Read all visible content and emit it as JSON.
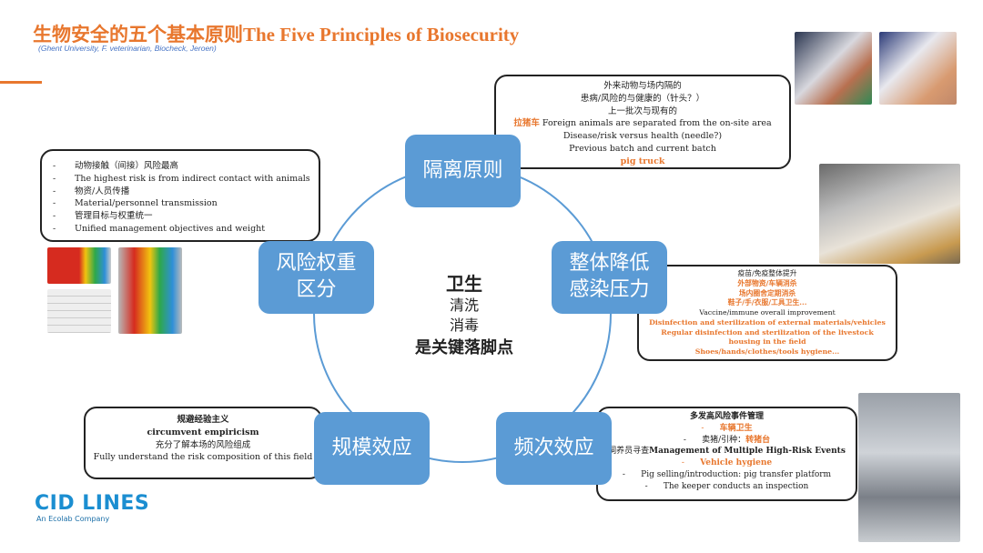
{
  "header": {
    "title": "生物安全的五个基本原则The Five Principles of Biosecurity",
    "subtitle": "(Ghent University, F. veterinarian, Biocheck, Jeroen)"
  },
  "colors": {
    "accent": "#e8772e",
    "node": "#5b9bd5",
    "logo": "#1b8ed1"
  },
  "nodes": {
    "top": "隔离原则",
    "right": "整体降低\n感染压力",
    "left": "风险权重\n区分",
    "bottom_left": "规模效应",
    "bottom_right": "频次效应"
  },
  "center": {
    "line1": "卫生",
    "line2": "清洗",
    "line3": "消毒",
    "line4": "是关键落脚点"
  },
  "box_top": {
    "l1": "外来动物与场内隔的",
    "l2": "患病/风险的与健康的（针头？）",
    "l3": "上一批次与现有的",
    "l4_orange": "拉猪车",
    "l4": " Foreign animals are separated from the on-site area",
    "l5": "Disease/risk versus health (needle?)",
    "l6": "Previous batch and current batch",
    "l7": "pig truck"
  },
  "box_left": {
    "items": [
      "动物接触（间接）风险最高",
      "The highest risk is from indirect contact with animals",
      "物资/人员传播",
      "Material/personnel transmission",
      "管理目标与权重统一",
      "Unified management objectives and weight"
    ],
    "bullet": "-"
  },
  "box_right": {
    "l1": "疫苗/免疫整体提升",
    "l2": "外部物资/车辆消杀",
    "l3": "场内圈舍定期消杀",
    "l4": "鞋子/手/衣服/工具卫生...",
    "l5": "Vaccine/immune overall improvement",
    "l6": "Disinfection and sterilization of external materials/vehicles",
    "l7": "Regular disinfection and sterilization of the livestock housing in the field",
    "l8": "Shoes/hands/clothes/tools hygiene..."
  },
  "box_bottom_left": {
    "l1": "规避经验主义",
    "l2": "circumvent empiricism",
    "l3": "充分了解本场的风险组成",
    "l4": "Fully understand the risk composition of this field"
  },
  "box_bottom_right": {
    "l1": "多发高风险事件管理",
    "l2": "车辆卫生",
    "l3a": "卖猪/引种：",
    "l3b": "转猪台",
    "l4a": "饲养员寻查",
    "l4b": "Management of Multiple High-Risk Events",
    "l5": "Vehicle hygiene",
    "l6": "Pig selling/introduction: pig transfer platform",
    "l7": "The keeper conducts an inspection",
    "bullet": "-"
  },
  "logo": {
    "name": "CID LINES",
    "tagline": "An Ecolab Company"
  }
}
